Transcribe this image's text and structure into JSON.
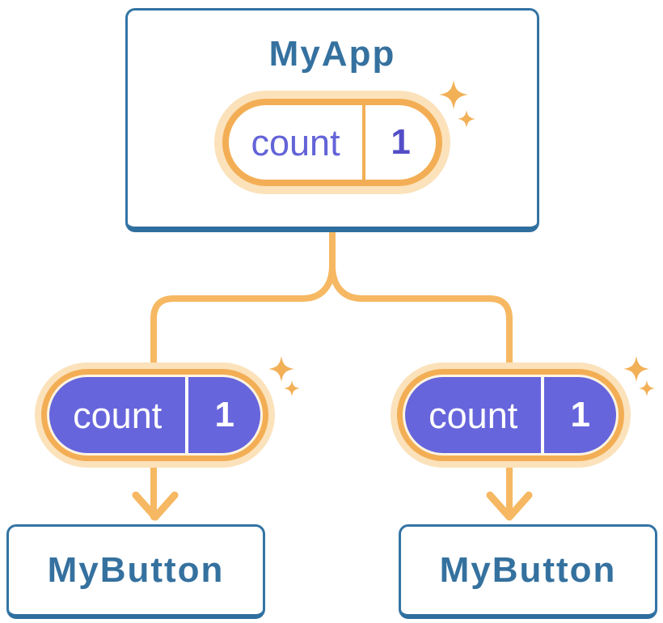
{
  "tree": {
    "root": {
      "label": "MyApp",
      "state": {
        "key": "count",
        "value": "1"
      }
    },
    "children": [
      {
        "label": "MyButton",
        "prop": {
          "key": "count",
          "value": "1"
        }
      },
      {
        "label": "MyButton",
        "prop": {
          "key": "count",
          "value": "1"
        }
      }
    ]
  },
  "icons": {
    "sparkle": "sparkle-icon",
    "arrow": "arrow-down-icon"
  },
  "colors": {
    "background": "#FFFFFF",
    "card_border": "#3374A4",
    "card_border_bottom": "#2F6F9F",
    "card_text": "#35719F",
    "wire_orange": "#F6B862",
    "pill_ring_orange": "#F3AE55",
    "pill_halo_orange": "#FBE2BB",
    "pill_inner_cream": "#FFF5E2",
    "prop_pill_purple": "#6765DC",
    "state_key_text": "#6363D8",
    "state_value_text": "#534EC7",
    "sparkle_orange": "#F2B057"
  }
}
